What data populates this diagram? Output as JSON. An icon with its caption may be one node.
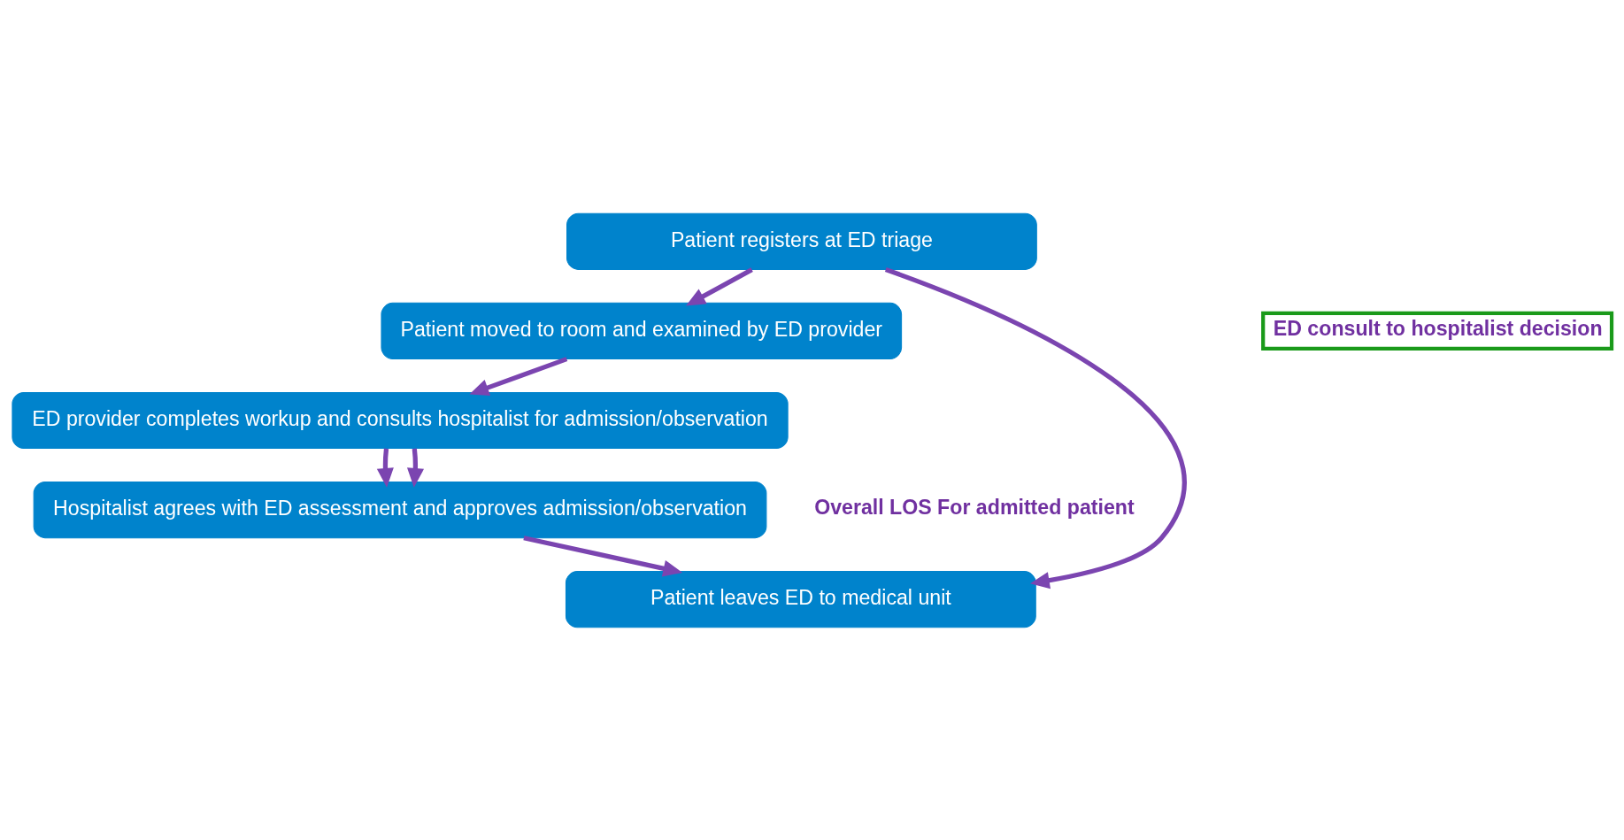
{
  "diagram": {
    "nodes": [
      {
        "text": [
          "Patient registers at ED triage"
        ]
      },
      {
        "text": [
          "Patient moved to room and examined by ED provider"
        ]
      },
      {
        "text": [
          "ED provider completes workup and consults hospitalist for admission/observation"
        ]
      },
      {
        "text": [
          "Hospitalist agrees with ED assessment and approves admission/observation"
        ]
      },
      {
        "text": [
          "Patient leaves ED to medical unit"
        ]
      },
      {
        "text": [
          "ED consult to hospitalist decision"
        ]
      }
    ],
    "edges": [
      {
        "from": 0,
        "to": 1,
        "arrow": "to"
      },
      {
        "from": 1,
        "to": 2,
        "arrow": "to"
      },
      {
        "from": 2,
        "to": 3,
        "arrow": "to"
      },
      {
        "from": 3,
        "to": 4,
        "arrow": "to"
      },
      {
        "from": 0,
        "to": 4,
        "arrow": "to"
      },
      {
        "from": 2,
        "to": 3,
        "arrow": "to"
      }
    ],
    "labels": [
      "Overall LOS For admitted patient"
    ]
  }
}
